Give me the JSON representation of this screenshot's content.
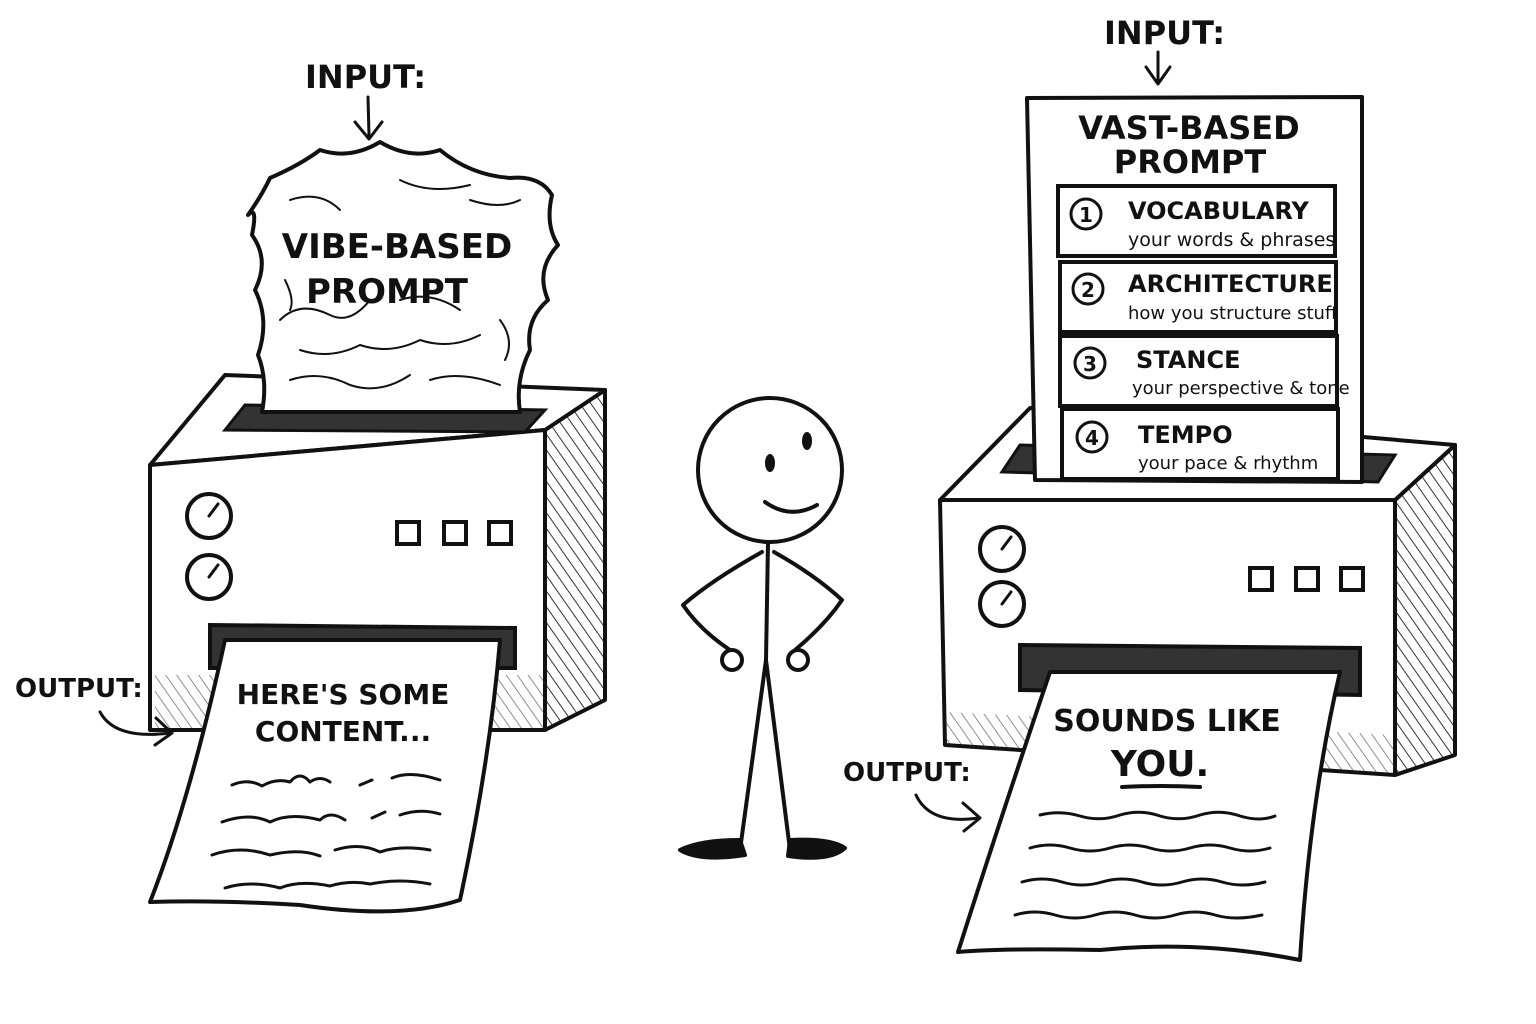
{
  "left": {
    "input_label": "INPUT:",
    "prompt_title_line1": "VIBE-BASED",
    "prompt_title_line2": "PROMPT",
    "output_label": "OUTPUT:",
    "output_line1": "HERE'S SOME",
    "output_line2": "CONTENT..."
  },
  "right": {
    "input_label": "INPUT:",
    "prompt_title_line1": "VAST-BASED",
    "prompt_title_line2": "PROMPT",
    "items": [
      {
        "number": "1",
        "title": "VOCABULARY",
        "desc": "your words & phrases"
      },
      {
        "number": "2",
        "title": "ARCHITECTURE",
        "desc": "how you structure stuff"
      },
      {
        "number": "3",
        "title": "STANCE",
        "desc": "your perspective & tone"
      },
      {
        "number": "4",
        "title": "TEMPO",
        "desc": "your pace & rhythm"
      }
    ],
    "output_label": "OUTPUT:",
    "output_line1": "SOUNDS LIKE",
    "output_line2": "YOU."
  },
  "colors": {
    "ink": "#111111",
    "paper": "#ffffff",
    "shade": "#444444",
    "slot": "#333333"
  }
}
